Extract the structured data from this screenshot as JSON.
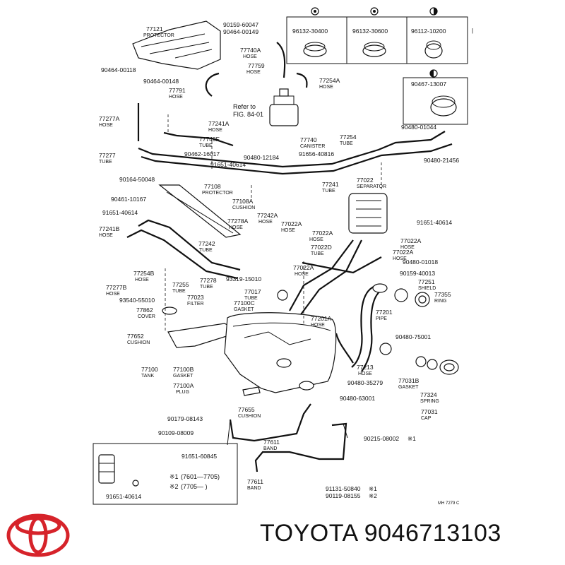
{
  "parts": [
    {
      "pn": "77121",
      "name": "PROTECTOR"
    },
    {
      "pn": "90159-60047",
      "name": ""
    },
    {
      "pn": "90464-00149",
      "name": ""
    },
    {
      "pn": "77740A",
      "name": "HOSE"
    },
    {
      "pn": "90464-00118",
      "name": ""
    },
    {
      "pn": "77759",
      "name": "HOSE"
    },
    {
      "pn": "90464-00148",
      "name": ""
    },
    {
      "pn": "77791",
      "name": "HOSE"
    },
    {
      "pn": "77254A",
      "name": "HOSE"
    },
    {
      "pn": "77277A",
      "name": "HOSE"
    },
    {
      "pn": "77241A",
      "name": "HOSE"
    },
    {
      "pn": "77740F",
      "name": "TUBE"
    },
    {
      "pn": "77740",
      "name": "CANISTER"
    },
    {
      "pn": "77254",
      "name": "TUBE"
    },
    {
      "pn": "90480-01044",
      "name": ""
    },
    {
      "pn": "77277",
      "name": "TUBE"
    },
    {
      "pn": "90462-16017",
      "name": ""
    },
    {
      "pn": "90480-12184",
      "name": ""
    },
    {
      "pn": "91656-40816",
      "name": ""
    },
    {
      "pn": "90480-21456",
      "name": ""
    },
    {
      "pn": "91651-40614",
      "name": ""
    },
    {
      "pn": "90164-50048",
      "name": ""
    },
    {
      "pn": "77108",
      "name": "PROTECTOR"
    },
    {
      "pn": "77241",
      "name": "TUBE"
    },
    {
      "pn": "77022",
      "name": "SEPARATOR"
    },
    {
      "pn": "90461-10167",
      "name": ""
    },
    {
      "pn": "77108A",
      "name": "CUSHION"
    },
    {
      "pn": "91651-40614",
      "name": ""
    },
    {
      "pn": "77242A",
      "name": "HOSE"
    },
    {
      "pn": "91651-40614",
      "name": ""
    },
    {
      "pn": "77278A",
      "name": "HOSE"
    },
    {
      "pn": "77022A",
      "name": "HOSE"
    },
    {
      "pn": "77241B",
      "name": "HOSE"
    },
    {
      "pn": "77022A",
      "name": "HOSE"
    },
    {
      "pn": "77022A",
      "name": "HOSE"
    },
    {
      "pn": "77242",
      "name": "TUBE"
    },
    {
      "pn": "77022D",
      "name": "TUBE"
    },
    {
      "pn": "77022A",
      "name": "HOSE"
    },
    {
      "pn": "90480-01018",
      "name": ""
    },
    {
      "pn": "77254B",
      "name": "HOSE"
    },
    {
      "pn": "93319-15010",
      "name": ""
    },
    {
      "pn": "77022A",
      "name": "HOSE"
    },
    {
      "pn": "90159-40013",
      "name": ""
    },
    {
      "pn": "77277B",
      "name": "HOSE"
    },
    {
      "pn": "77255",
      "name": "TUBE"
    },
    {
      "pn": "77278",
      "name": "TUBE"
    },
    {
      "pn": "77017",
      "name": "TUBE"
    },
    {
      "pn": "77251",
      "name": "SHIELD"
    },
    {
      "pn": "93540-55010",
      "name": ""
    },
    {
      "pn": "77023",
      "name": "FILTER"
    },
    {
      "pn": "77100C",
      "name": "GASKET"
    },
    {
      "pn": "77355",
      "name": "RING"
    },
    {
      "pn": "77862",
      "name": "COVER"
    },
    {
      "pn": "77201",
      "name": "PIPE"
    },
    {
      "pn": "77201A",
      "name": "HOSE"
    },
    {
      "pn": "77652",
      "name": "CUSHION"
    },
    {
      "pn": "90480-75001",
      "name": ""
    },
    {
      "pn": "77100",
      "name": "TANK"
    },
    {
      "pn": "77100B",
      "name": "GASKET"
    },
    {
      "pn": "77213",
      "name": "HOSE"
    },
    {
      "pn": "77100A",
      "name": "PLUG"
    },
    {
      "pn": "90480-35279",
      "name": ""
    },
    {
      "pn": "77031B",
      "name": "GASKET"
    },
    {
      "pn": "77324",
      "name": "SPRING"
    },
    {
      "pn": "90480-63001",
      "name": ""
    },
    {
      "pn": "77655",
      "name": "CUSHION"
    },
    {
      "pn": "77031",
      "name": "CAP"
    },
    {
      "pn": "90179-08143",
      "name": ""
    },
    {
      "pn": "90109-08009",
      "name": ""
    },
    {
      "pn": "90215-08002",
      "name": "※1"
    },
    {
      "pn": "77611",
      "name": "BAND"
    },
    {
      "pn": "91651-60845",
      "name": ""
    },
    {
      "pn": "77611",
      "name": "BAND"
    },
    {
      "pn": "91131-50840",
      "name": "※1"
    },
    {
      "pn": "90119-08155",
      "name": "※2"
    },
    {
      "pn": "91651-40614",
      "name": ""
    }
  ],
  "clamps": [
    {
      "pn": "96132-30400"
    },
    {
      "pn": "96132-30600"
    },
    {
      "pn": "96112-10200"
    },
    {
      "pn": "90467-13007"
    }
  ],
  "refer": [
    "Refer to",
    "FIG. 84-01"
  ],
  "notes": [
    {
      "mark": "※1",
      "range": "(7601—7705)"
    },
    {
      "mark": "※2",
      "range": "(7705—      )"
    }
  ],
  "figure_code": "MH 7279 C",
  "brand": {
    "name": "TOYOTA",
    "part_number": "9046713103",
    "logo_color": "#d6232a"
  }
}
